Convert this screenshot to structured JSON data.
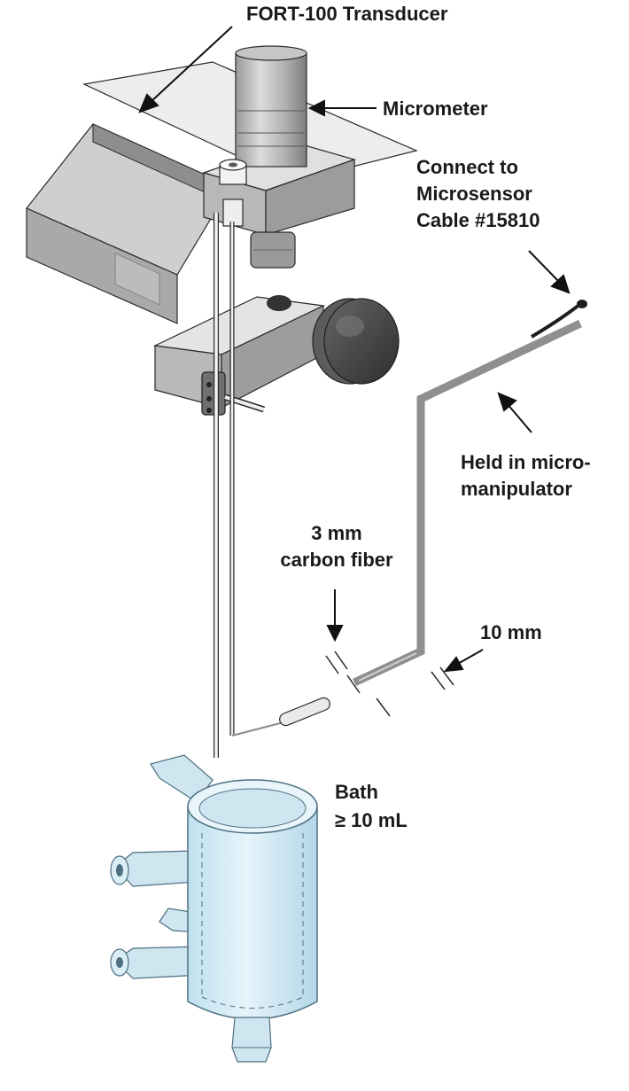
{
  "labels": {
    "transducer": "FORT-100 Transducer",
    "micrometer": "Micrometer",
    "connect_line1": "Connect to",
    "connect_line2": "Microsensor",
    "connect_line3": "Cable #15810",
    "held_line1": "Held in micro-",
    "held_line2": "manipulator",
    "fiber_line1": "3 mm",
    "fiber_line2": "carbon fiber",
    "spacing": "10 mm",
    "bath_line1": "Bath",
    "bath_line2": "≥ 10 mL"
  },
  "colors": {
    "metal_light": "#e2e2e2",
    "metal_mid": "#bdbdbd",
    "metal_dark": "#8c8c8c",
    "metal_deep": "#6e6e6e",
    "glass_fill": "#d6ecf6",
    "glass_edge": "#4d6f80",
    "wire": "#9a9a9a",
    "outline": "#2a2a2a"
  }
}
